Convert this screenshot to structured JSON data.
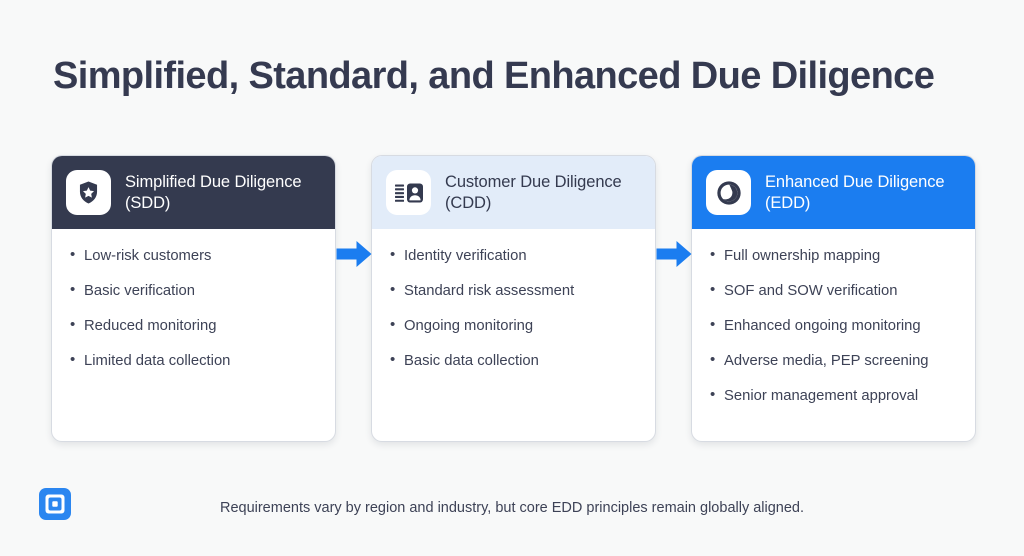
{
  "theme": {
    "background": "#f8f9f9",
    "dark_navy": "#343a4f",
    "accent_blue": "#1b7df0",
    "light_blue": "#e2ecf9",
    "body_text": "#3d4256",
    "card_border": "#d7dbe2"
  },
  "header": {
    "title": "Simplified, Standard, and Enhanced Due Diligence"
  },
  "cards": [
    {
      "id": "sdd",
      "icon": "shield-star-icon",
      "title": "Simplified Due Diligence (SDD)",
      "header_bg": "#343a4f",
      "title_color": "#ffffff",
      "items": [
        "Low-risk customers",
        "Basic verification",
        "Reduced monitoring",
        "Limited data collection"
      ]
    },
    {
      "id": "cdd",
      "icon": "id-card-icon",
      "title": "Customer Due Diligence (CDD)",
      "header_bg": "#e2ecf9",
      "title_color": "#343a4f",
      "items": [
        "Identity verification",
        "Standard risk assessment",
        "Ongoing monitoring",
        "Basic data collection"
      ]
    },
    {
      "id": "edd",
      "icon": "deep-scan-circle-icon",
      "title": "Enhanced Due Diligence (EDD)",
      "header_bg": "#1b7df0",
      "title_color": "#ffffff",
      "items": [
        "Full ownership mapping",
        "SOF and SOW verification",
        "Enhanced ongoing monitoring",
        "Adverse media, PEP screening",
        "Senior management approval"
      ]
    }
  ],
  "connectors": [
    {
      "icon": "arrow-right-icon",
      "color": "#1b7df0"
    },
    {
      "icon": "arrow-right-icon",
      "color": "#1b7df0"
    }
  ],
  "footer": {
    "logo_icon": "brand-square-logo",
    "note": "Requirements vary by region and industry, but core EDD principles remain globally aligned."
  }
}
